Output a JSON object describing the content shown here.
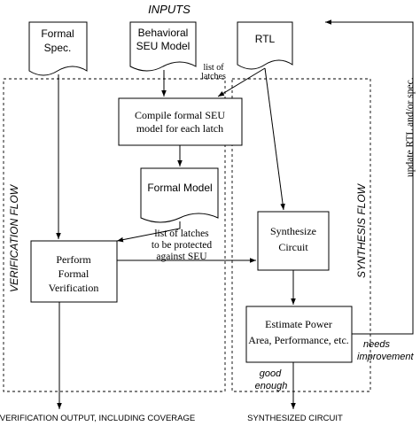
{
  "labels": {
    "inputs": "INPUTS",
    "formal_spec_line1": "Formal",
    "formal_spec_line2": "Spec.",
    "behavioral_line1": "Behavioral",
    "behavioral_line2": "SEU Model",
    "rtl": "RTL",
    "list_of_latches_line1": "list of",
    "list_of_latches_line2": "latches",
    "compile_line1": "Compile formal SEU",
    "compile_line2": "model for each latch",
    "formal_model": "Formal Model",
    "verification_flow": "VERIFICATION FLOW",
    "synthesis_flow": "SYNTHESIS FLOW",
    "update_rtl": "update RTL and/or spec.",
    "latches_protected_line1": "list of latches",
    "latches_protected_line2": "to be protected",
    "latches_protected_line3": "against SEU",
    "perform_line1": "Perform",
    "perform_line2": "Formal",
    "perform_line3": "Verification",
    "synthesize_line1": "Synthesize",
    "synthesize_line2": "Circuit",
    "estimate_line1": "Estimate Power",
    "estimate_line2": "Area, Performance, etc.",
    "needs_line1": "needs",
    "needs_line2": "improvement",
    "good_line1": "good",
    "good_line2": "enough",
    "verification_output": "VERIFICATION OUTPUT, INCLUDING COVERAGE",
    "synthesized_circuit": "SYNTHESIZED CIRCUIT"
  }
}
